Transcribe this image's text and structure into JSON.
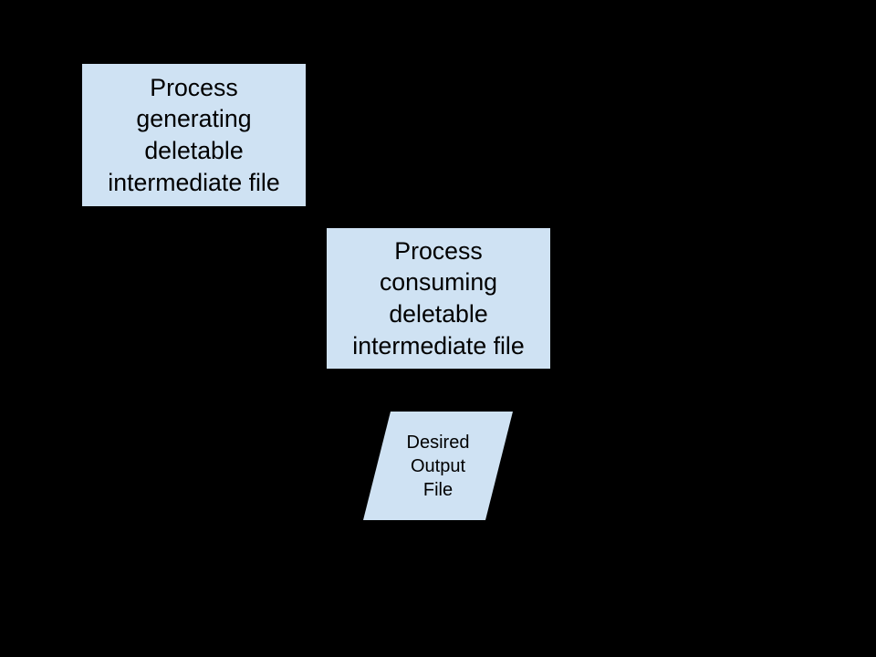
{
  "diagram": {
    "type": "flowchart",
    "background_color": "#000000",
    "node_fill_color": "#cfe2f3",
    "node_text_color": "#000000",
    "nodes": {
      "generating_process": {
        "shape": "rectangle",
        "label": "Process\ngenerating\ndeletable\nintermediate file"
      },
      "consuming_process": {
        "shape": "rectangle",
        "label": "Process\nconsuming\ndeletable\nintermediate file"
      },
      "desired_output": {
        "shape": "parallelogram",
        "label": "Desired\nOutput\nFile"
      }
    }
  }
}
